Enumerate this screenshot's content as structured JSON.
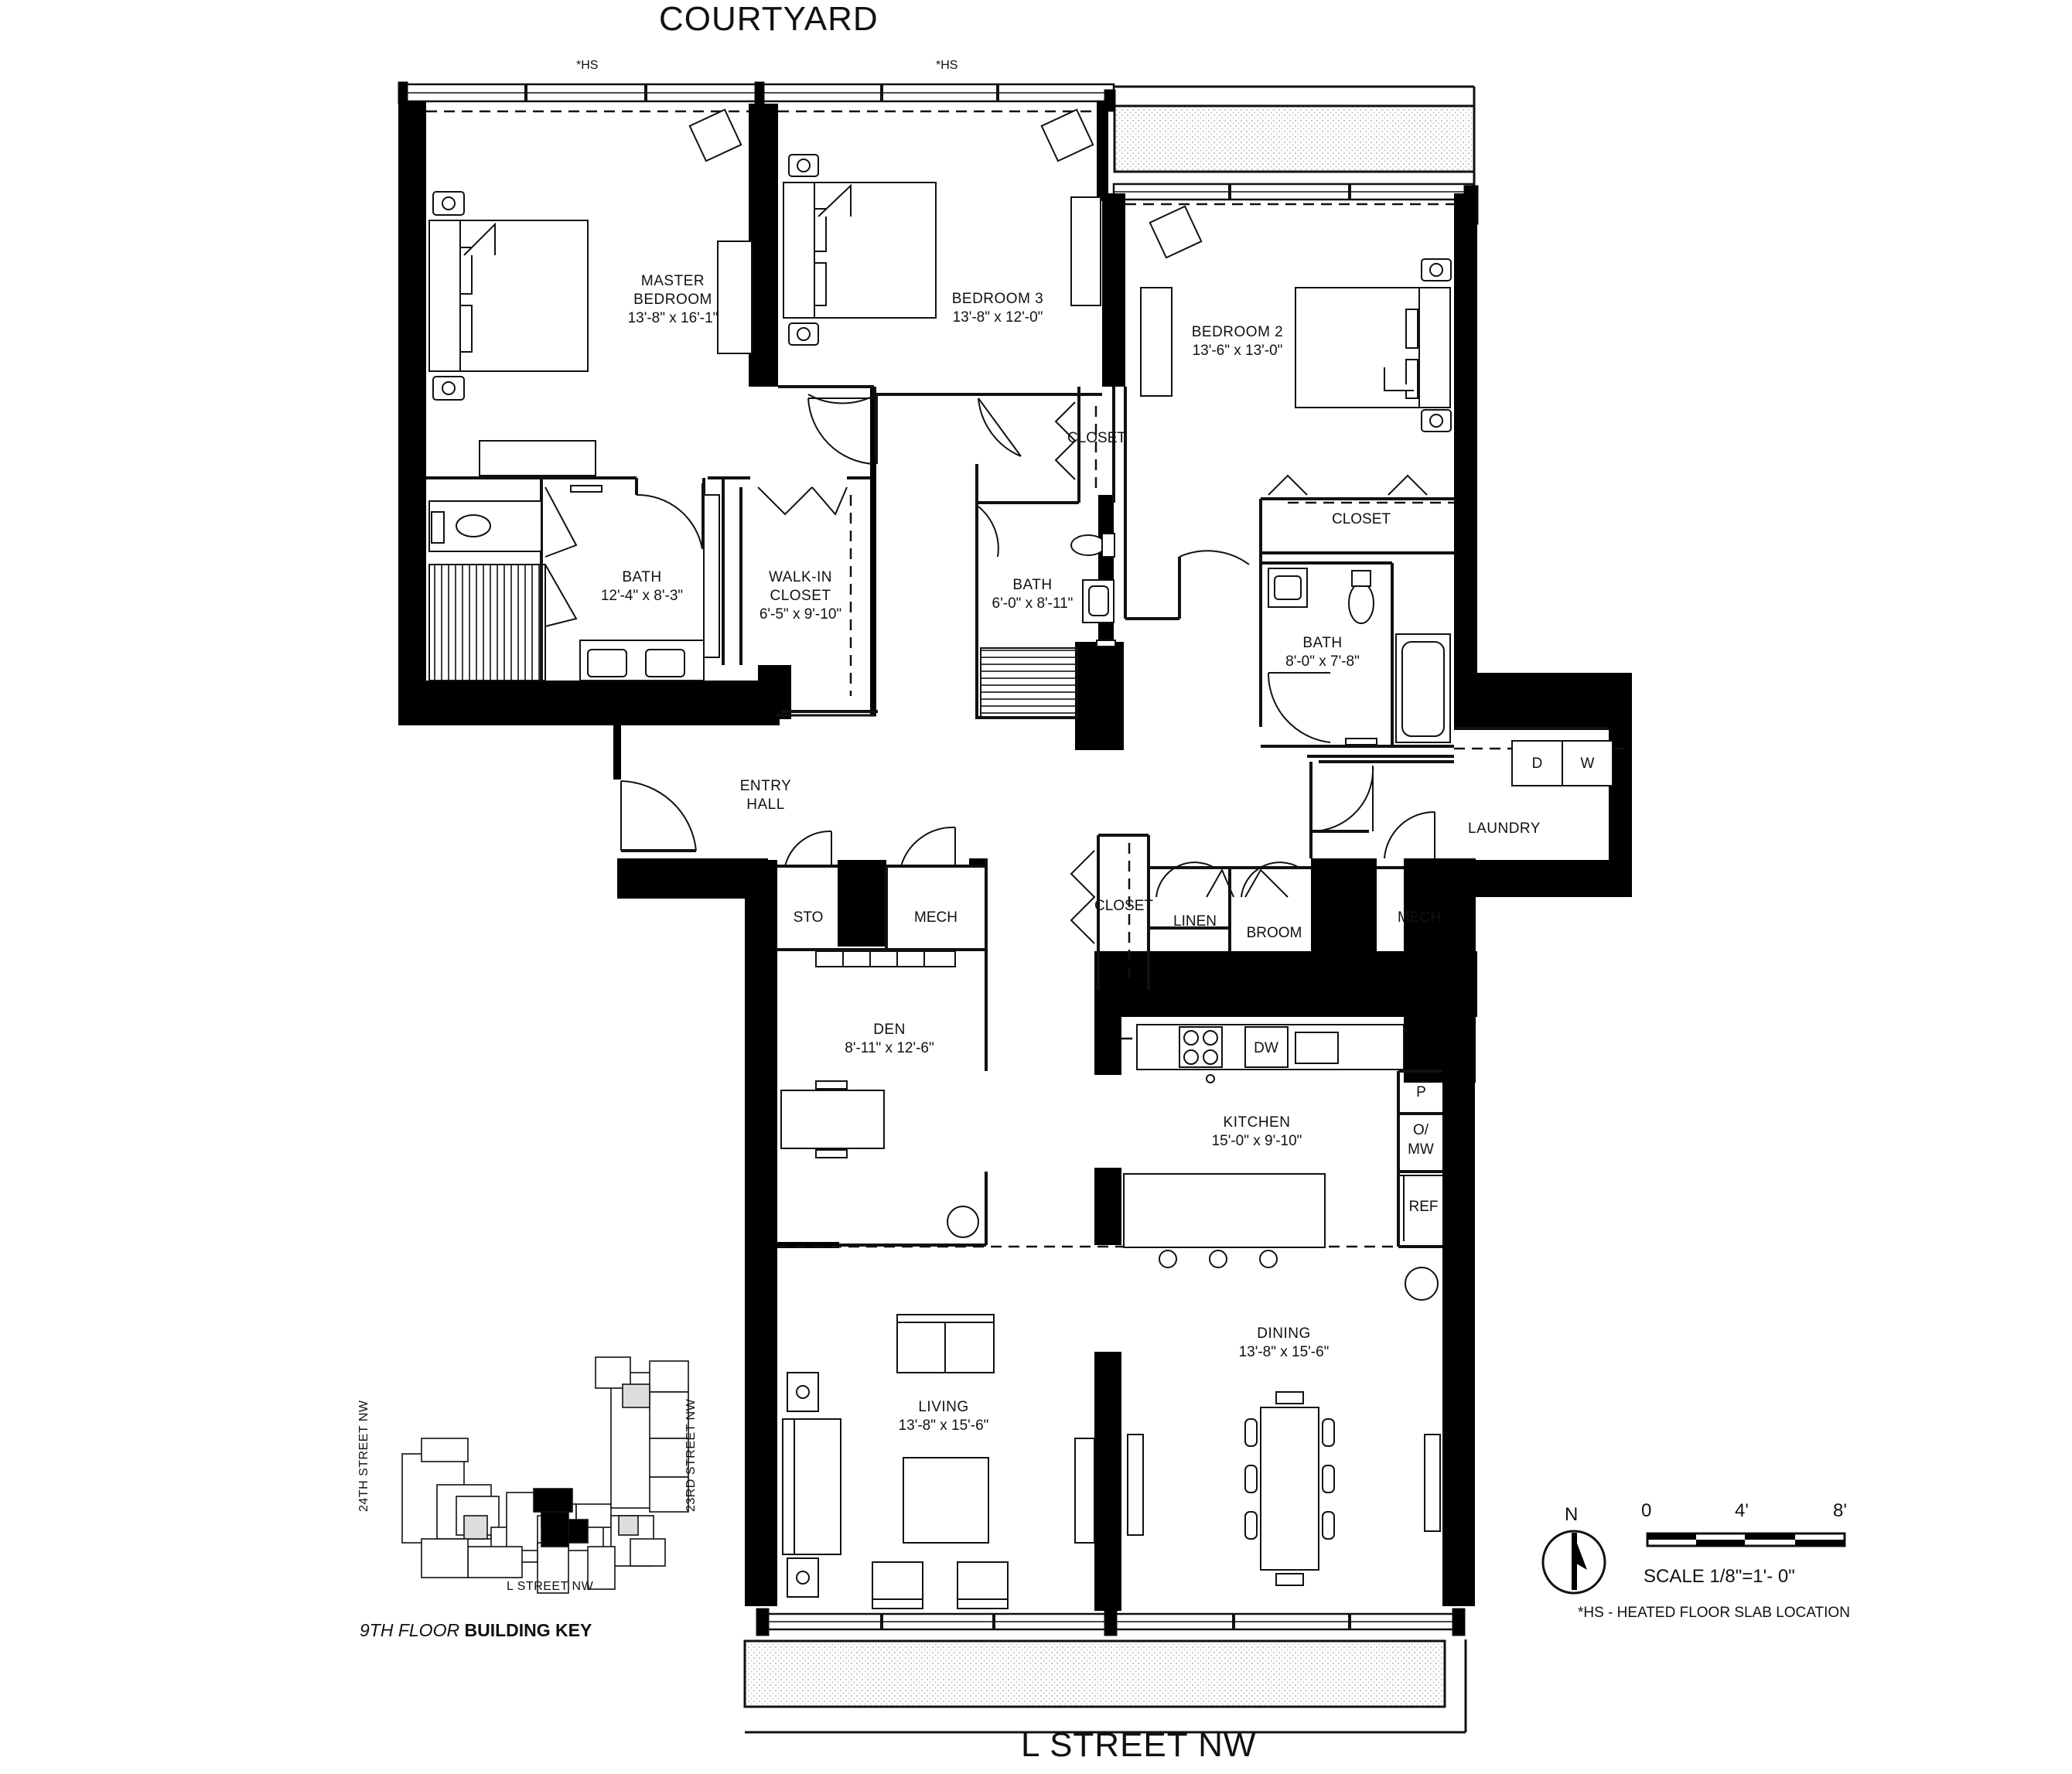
{
  "streets": {
    "top": "COURTYARD",
    "bottom": "L STREET NW"
  },
  "heated_slab_marks": [
    "*HS",
    "*HS"
  ],
  "rooms": {
    "master_bedroom": {
      "name_line1": "MASTER",
      "name_line2": "BEDROOM",
      "dims": "13'-8\" x 16'-1\""
    },
    "bedroom3": {
      "name": "BEDROOM 3",
      "dims": "13'-8\" x 12'-0\""
    },
    "bedroom2": {
      "name": "BEDROOM 2",
      "dims": "13'-6\" x 13'-0\""
    },
    "master_bath": {
      "name": "BATH",
      "dims": "12'-4\" x 8'-3\""
    },
    "walkin": {
      "name_line1": "WALK-IN",
      "name_line2": "CLOSET",
      "dims": "6'-5\" x 9'-10\""
    },
    "bath_center": {
      "name": "BATH",
      "dims": "6'-0\" x 8'-11\""
    },
    "bath_right": {
      "name": "BATH",
      "dims": "8'-0\" x 7'-8\""
    },
    "entry": {
      "name_line1": "ENTRY",
      "name_line2": "HALL"
    },
    "laundry": {
      "name": "LAUNDRY"
    },
    "den": {
      "name": "DEN",
      "dims": "8'-11\" x 12'-6\""
    },
    "kitchen": {
      "name": "KITCHEN",
      "dims": "15'-0\" x 9'-10\""
    },
    "dining": {
      "name": "DINING",
      "dims": "13'-8\" x 15'-6\""
    },
    "living": {
      "name": "LIVING",
      "dims": "13'-8\" x 15'-6\""
    }
  },
  "small_labels": {
    "closet_b3": "CLOSET",
    "closet_b2": "CLOSET",
    "closet_hall": "CLOSET",
    "sto": "STO",
    "mech_left": "MECH",
    "mech_right": "MECH",
    "linen": "LINEN",
    "broom": "BROOM"
  },
  "appliances": {
    "dryer": "D",
    "washer": "W",
    "dishwasher": "DW",
    "pantry": "P",
    "oven_line1": "O/",
    "oven_line2": "MW",
    "refrigerator": "REF"
  },
  "building_key": {
    "title_italic": "9TH FLOOR",
    "title_bold": "BUILDING KEY",
    "street_left": "24TH STREET NW",
    "street_right": "23RD STREET NW",
    "street_bottom": "L STREET NW"
  },
  "scale": {
    "north": "N",
    "ticks": [
      "0",
      "4'",
      "8'"
    ],
    "text": "SCALE 1/8\"=1'- 0\"",
    "footnote": "*HS - HEATED FLOOR SLAB LOCATION"
  },
  "colors": {
    "wall": "#000000",
    "line": "#111111",
    "stipple": "#b8b8b8"
  }
}
